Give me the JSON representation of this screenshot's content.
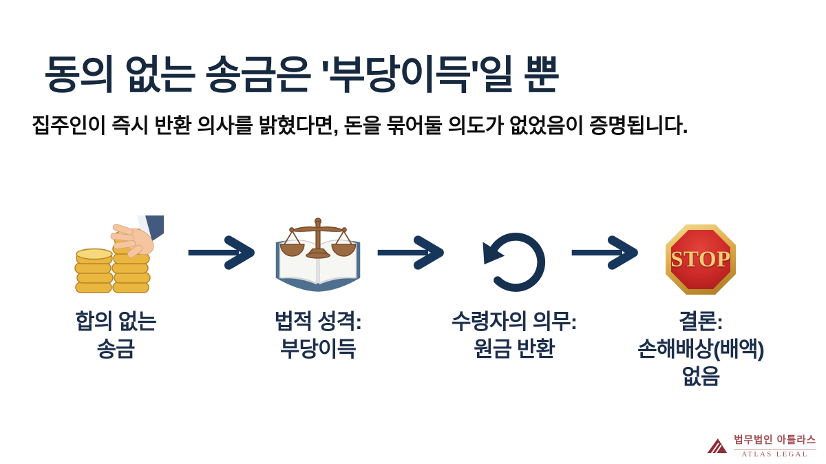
{
  "page": {
    "background": "#ffffff"
  },
  "header": {
    "title": "동의 없는 송금은 '부당이득'일 뿐",
    "subtitle": "집주인이 즉시 반환 의사를 밝혔다면, 돈을 묶어둘 의도가 없었음이 증명됩니다.",
    "title_color": "#16293f",
    "subtitle_color": "#0e0e0e"
  },
  "flow": {
    "arrow_color": "#16365c",
    "label_color": "#1b2e4b",
    "stop_label": "STOP",
    "steps": [
      {
        "icon": "hand-placing-coins-icon",
        "lines": [
          "합의 없는",
          "송금"
        ]
      },
      {
        "icon": "law-book-with-scales-icon",
        "lines": [
          "법적 성격:",
          "부당이득"
        ]
      },
      {
        "icon": "return-circular-arrow-icon",
        "lines": [
          "수령자의 의무:",
          "원금 반환"
        ]
      },
      {
        "icon": "stop-sign-icon",
        "lines": [
          "결론:",
          "손해배상(배액)",
          "없음"
        ]
      }
    ]
  },
  "footer": {
    "logo_kr": "법무법인 아틀라스",
    "logo_en": "ATLAS LEGAL",
    "logo_color": "#a34a52",
    "logo_mark_color": "#8e2d38"
  }
}
